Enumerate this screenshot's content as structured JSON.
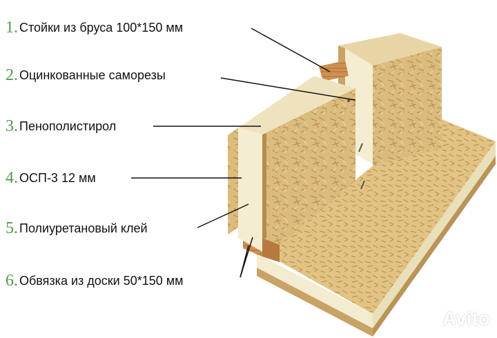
{
  "labels": [
    {
      "num": "1.",
      "text": "Стойки из бруса 100*150 мм"
    },
    {
      "num": "2.",
      "text": "Оцинкованные саморезы"
    },
    {
      "num": "3.",
      "text": "Пенополистирол"
    },
    {
      "num": "4.",
      "text": "ОСП-3 12 мм"
    },
    {
      "num": "5.",
      "text": "Полиуретановый клей"
    },
    {
      "num": "6.",
      "text": "Обвязка из доски 50*150 мм"
    }
  ],
  "watermark": "Avito",
  "colors": {
    "number": "#4f9a4a",
    "osb": "#d9b878",
    "osb_dark": "#b89150",
    "foam": "#f5edcf",
    "wood": "#c98a4e",
    "leader": "#111111"
  }
}
